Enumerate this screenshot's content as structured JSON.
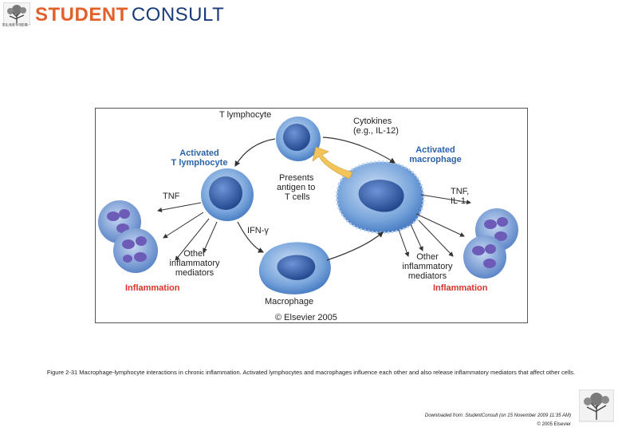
{
  "header": {
    "publisher_logo_text": "ELSEVIER",
    "brand_part1": "STUDENT",
    "brand_part2": "CONSULT"
  },
  "figure": {
    "labels": {
      "t_lymphocyte": "T lymphocyte",
      "cytokines_line1": "Cytokines",
      "cytokines_line2": "(e.g., IL-12)",
      "activated_t_line1": "Activated",
      "activated_t_line2": "T lymphocyte",
      "activated_m_line1": "Activated",
      "activated_m_line2": "macrophage",
      "presents_line1": "Presents",
      "presents_line2": "antigen to",
      "presents_line3": "T cells",
      "tnf_left": "TNF",
      "tnf_right_line1": "TNF,",
      "tnf_right_line2": "IL-1",
      "ifn": "IFN-γ",
      "other_left_line1": "Other",
      "other_left_line2": "inflammatory",
      "other_left_line3": "mediators",
      "other_right_line1": "Other",
      "other_right_line2": "inflammatory",
      "other_right_line3": "mediators",
      "inflammation_left": "Inflammation",
      "inflammation_right": "Inflammation",
      "macrophage": "Macrophage",
      "copyright": "© Elsevier 2005"
    },
    "colors": {
      "cell_blue": "#6a9ad6",
      "nucleus_blue": "#2f5fa8",
      "neutrophil_purple": "#6d5bb8",
      "arrow_yellow": "#f2c45a",
      "label_blue": "#2b63a8",
      "label_red": "#d8332a"
    }
  },
  "caption": "Figure 2-31 Macrophage-lymphocyte interactions in chronic inflammation. Activated lymphocytes and macrophages influence each other and also release inflammatory mediators that affect other cells.",
  "footer": {
    "downloaded": "Downloaded from: StudentConsult (on 15 November 2009 11:35 AM)",
    "copyright": "© 2005 Elsevier"
  }
}
